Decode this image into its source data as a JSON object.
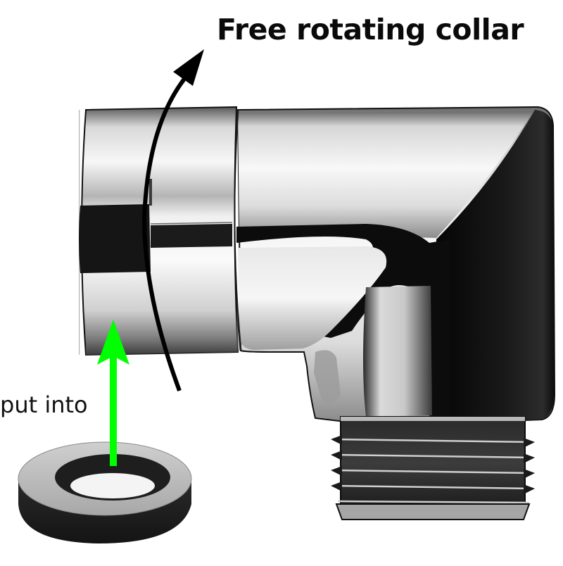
{
  "diagram": {
    "subject": "shower hose elbow fitting with free rotating collar and rubber washer",
    "labels": {
      "collar_callout": "Free rotating collar",
      "washer_callout": "put into"
    },
    "arrows": {
      "rotation_arrow": {
        "color": "#000000",
        "meaning": "collar rotation direction"
      },
      "insert_arrow": {
        "color": "#00ff00",
        "meaning": "washer goes into collar"
      }
    },
    "parts": [
      {
        "id": "collar",
        "name": "Free rotating collar"
      },
      {
        "id": "elbow-body",
        "name": "Chrome elbow body"
      },
      {
        "id": "threaded-outlet",
        "name": "Threaded outlet"
      },
      {
        "id": "washer",
        "name": "Rubber washer"
      }
    ],
    "colors": {
      "background": "#ffffff",
      "chrome_light": "#f2f2f2",
      "chrome_mid": "#9a9a9a",
      "chrome_dark": "#111111",
      "green_arrow": "#00ff00",
      "washer_top": "#b8b8b8",
      "washer_side": "#1e1e1e"
    }
  }
}
